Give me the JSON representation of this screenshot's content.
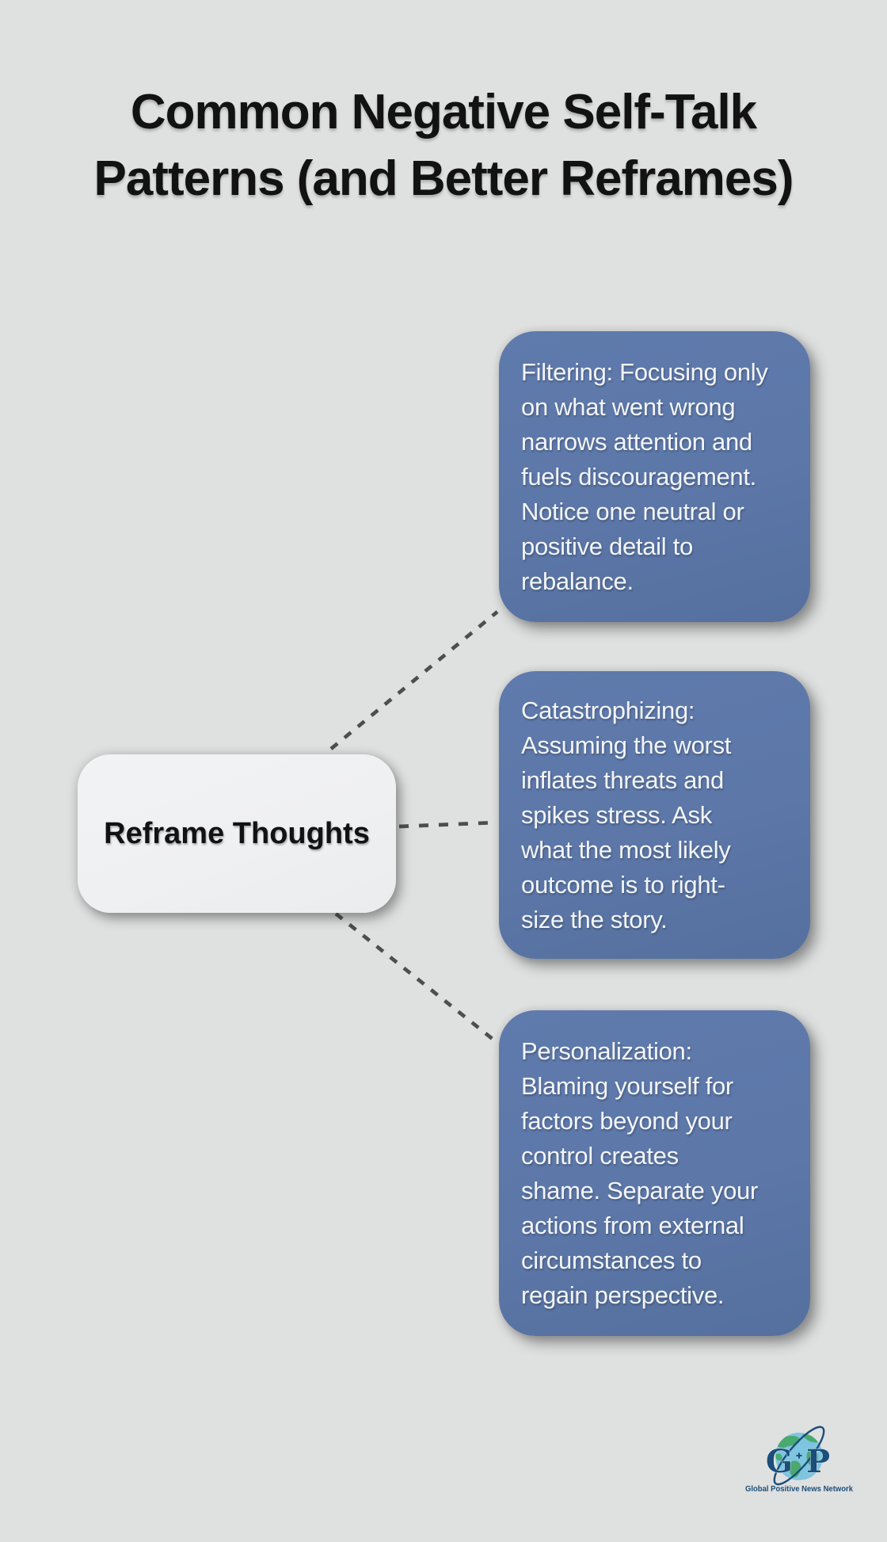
{
  "page": {
    "title": "Common Negative Self-Talk\nPatterns (and Better Reframes)"
  },
  "mindmap": {
    "root": {
      "label": "Reframe Thoughts"
    },
    "branches": [
      {
        "id": "filtering",
        "text": "Filtering: Focusing only\non what went wrong\nnarrows attention and\nfuels discouragement.\nNotice one neutral or\npositive detail to\nrebalance."
      },
      {
        "id": "catastrophizing",
        "text": "Catastrophizing:\nAssuming the worst\ninflates threats and\nspikes stress. Ask\nwhat the most likely\noutcome is to right-\nsize the story."
      },
      {
        "id": "personalization",
        "text": "Personalization:\nBlaming yourself for\nfactors beyond your\ncontrol creates\nshame. Separate your\nactions from external\ncircumstances to\nregain perspective."
      }
    ]
  },
  "logo": {
    "monogram_left": "G",
    "monogram_right": "P",
    "caption": "Global Positive News Network"
  },
  "colors": {
    "background": "#dfe0e0",
    "title_text": "#121212",
    "root_fill": "#eff0f2",
    "root_text": "#121212",
    "branch_fill": "#5c77a8",
    "branch_text": "#f3f5f8",
    "connector": "#4e4e4e",
    "logo_navy": "#1b4e79",
    "logo_ocean": "#7ec5df",
    "logo_land": "#4aa96f"
  }
}
